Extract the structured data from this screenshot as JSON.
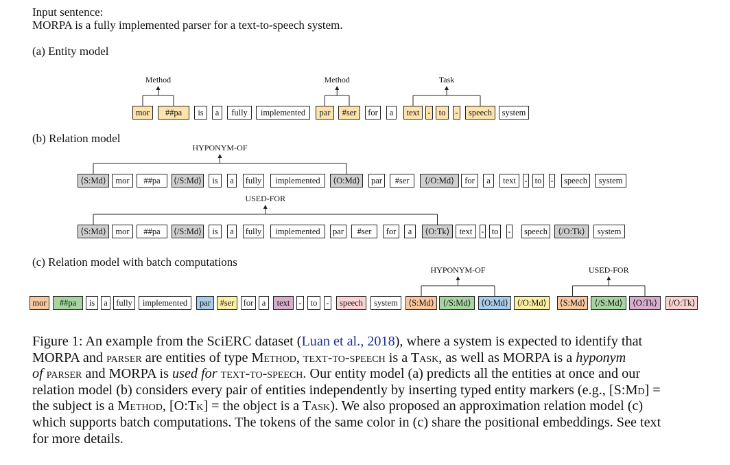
{
  "colors": {
    "method": "#fde3ae",
    "marker_gray": "#cfcfcf",
    "orange": "#f9c79e",
    "green": "#a7d5a1",
    "blue": "#a9cce9",
    "yellow": "#fbf0a4",
    "purple": "#d7aecb",
    "pink": "#fcd3d3",
    "white": "#ffffff",
    "citation": "#1f2f8f"
  },
  "input": {
    "label": "Input sentence:",
    "sentence": "MORPA is a fully implemented parser for a text-to-speech system."
  },
  "panel_a": {
    "title": "(a) Entity model",
    "tokens": [
      {
        "t": "mor",
        "c": "method"
      },
      {
        "t": "##pa",
        "c": "method"
      },
      {
        "t": "is",
        "c": "white"
      },
      {
        "t": "a",
        "c": "white"
      },
      {
        "t": "fully",
        "c": "white"
      },
      {
        "t": "implemented",
        "c": "white"
      },
      {
        "t": "par",
        "c": "method"
      },
      {
        "t": "#ser",
        "c": "method"
      },
      {
        "t": "for",
        "c": "white"
      },
      {
        "t": "a",
        "c": "white"
      },
      {
        "t": "text",
        "c": "method"
      },
      {
        "t": "-",
        "c": "method"
      },
      {
        "t": "to",
        "c": "method"
      },
      {
        "t": "-",
        "c": "method"
      },
      {
        "t": "speech",
        "c": "method"
      },
      {
        "t": "system",
        "c": "white"
      }
    ],
    "entities": [
      {
        "label": "Method",
        "tokens": [
          0,
          1
        ]
      },
      {
        "label": "Method",
        "tokens": [
          6,
          7
        ]
      },
      {
        "label": "Task",
        "tokens": [
          10,
          14
        ]
      }
    ]
  },
  "panel_b": {
    "title": "(b) Relation model",
    "rows": [
      {
        "relation": "HYPONYM-OF",
        "tokens": [
          {
            "t": "⟨S:Md⟩",
            "c": "marker_gray"
          },
          {
            "t": "mor",
            "c": "white"
          },
          {
            "t": "##pa",
            "c": "white"
          },
          {
            "t": "⟨/S:Md⟩",
            "c": "marker_gray"
          },
          {
            "t": "is",
            "c": "white"
          },
          {
            "t": "a",
            "c": "white"
          },
          {
            "t": "fully",
            "c": "white"
          },
          {
            "t": "implemented",
            "c": "white"
          },
          {
            "t": "⟨O:Md⟩",
            "c": "marker_gray"
          },
          {
            "t": "par",
            "c": "white"
          },
          {
            "t": "#ser",
            "c": "white"
          },
          {
            "t": "⟨/O:Md⟩",
            "c": "marker_gray"
          },
          {
            "t": "for",
            "c": "white"
          },
          {
            "t": "a",
            "c": "white"
          },
          {
            "t": "text",
            "c": "white"
          },
          {
            "t": "-",
            "c": "white"
          },
          {
            "t": "to",
            "c": "white"
          },
          {
            "t": "-",
            "c": "white"
          },
          {
            "t": "speech",
            "c": "white"
          },
          {
            "t": "system",
            "c": "white"
          }
        ],
        "arc": [
          0,
          8
        ]
      },
      {
        "relation": "USED-FOR",
        "tokens": [
          {
            "t": "⟨S:Md⟩",
            "c": "marker_gray"
          },
          {
            "t": "mor",
            "c": "white"
          },
          {
            "t": "##pa",
            "c": "white"
          },
          {
            "t": "⟨/S:Md⟩",
            "c": "marker_gray"
          },
          {
            "t": "is",
            "c": "white"
          },
          {
            "t": "a",
            "c": "white"
          },
          {
            "t": "fully",
            "c": "white"
          },
          {
            "t": "implemented",
            "c": "white"
          },
          {
            "t": "par",
            "c": "white"
          },
          {
            "t": "#ser",
            "c": "white"
          },
          {
            "t": "for",
            "c": "white"
          },
          {
            "t": "a",
            "c": "white"
          },
          {
            "t": "⟨O:Tk⟩",
            "c": "marker_gray"
          },
          {
            "t": "text",
            "c": "white"
          },
          {
            "t": "-",
            "c": "white"
          },
          {
            "t": "to",
            "c": "white"
          },
          {
            "t": "-",
            "c": "white"
          },
          {
            "t": "speech",
            "c": "white"
          },
          {
            "t": "⟨/O:Tk⟩",
            "c": "marker_gray"
          },
          {
            "t": "system",
            "c": "white"
          }
        ],
        "arc": [
          0,
          12
        ]
      }
    ]
  },
  "panel_c": {
    "title": "(c) Relation model with batch computations",
    "tokens": [
      {
        "t": "mor",
        "c": "orange"
      },
      {
        "t": "##pa",
        "c": "green"
      },
      {
        "t": "is",
        "c": "white"
      },
      {
        "t": "a",
        "c": "white"
      },
      {
        "t": "fully",
        "c": "white"
      },
      {
        "t": "implemented",
        "c": "white"
      },
      {
        "t": "par",
        "c": "blue"
      },
      {
        "t": "#ser",
        "c": "yellow"
      },
      {
        "t": "for",
        "c": "white"
      },
      {
        "t": "a",
        "c": "white"
      },
      {
        "t": "text",
        "c": "purple"
      },
      {
        "t": "-",
        "c": "white"
      },
      {
        "t": "to",
        "c": "white"
      },
      {
        "t": "-",
        "c": "white"
      },
      {
        "t": "speech",
        "c": "pink"
      },
      {
        "t": "system",
        "c": "white"
      },
      {
        "t": "⟨S:Md⟩",
        "c": "orange"
      },
      {
        "t": "⟨/S:Md⟩",
        "c": "green"
      },
      {
        "t": "⟨O:Md⟩",
        "c": "blue"
      },
      {
        "t": "⟨/O:Md⟩",
        "c": "yellow"
      },
      {
        "t": "⟨S:Md⟩",
        "c": "orange"
      },
      {
        "t": "⟨/S:Md⟩",
        "c": "green"
      },
      {
        "t": "⟨O:Tk⟩",
        "c": "purple"
      },
      {
        "t": "⟨/O:Tk⟩",
        "c": "pink"
      }
    ],
    "relations": [
      {
        "label": "HYPONYM-OF",
        "tokens": [
          16,
          18
        ]
      },
      {
        "label": "USED-FOR",
        "tokens": [
          20,
          22
        ]
      }
    ]
  },
  "caption": {
    "l1a": "Figure 1:  An example from the SciERC dataset (",
    "cite_author": "Luan et al.",
    "cite_sep": ", ",
    "cite_year": "2018",
    "l1b": "), where a system is expected to identify that",
    "l2a": "MORPA and ",
    "l2b": "parser",
    "l2c": " are entities of type M",
    "l2d": "ethod",
    "l2e": ", ",
    "l2f": "text-to-speech",
    "l2g": " is a T",
    "l2h": "ask",
    "l2i": ", as well as MORPA is a ",
    "l2j": "hyponym",
    "l3a": "of",
    "l3b": " ",
    "l3c": "parser",
    "l3d": " and MORPA is ",
    "l3e": "used for",
    "l3f": " ",
    "l3g": "text-to-speech",
    "l3h": ". Our entity model (a) predicts all the entities at once and our",
    "l4": "relation model (b) considers every pair of entities independently by inserting typed entity markers (e.g., [S:M",
    "l4b": "d",
    "l4c": "] =",
    "l5a": "the subject is a M",
    "l5b": "ethod",
    "l5c": ", [O:T",
    "l5d": "k",
    "l5e": "] = the object is a T",
    "l5f": "ask",
    "l5g": "). We also proposed an approximation relation model (c)",
    "l6": "which supports batch computations. The tokens of the same color in (c) share the positional embeddings. See text",
    "l7": "for more details."
  }
}
